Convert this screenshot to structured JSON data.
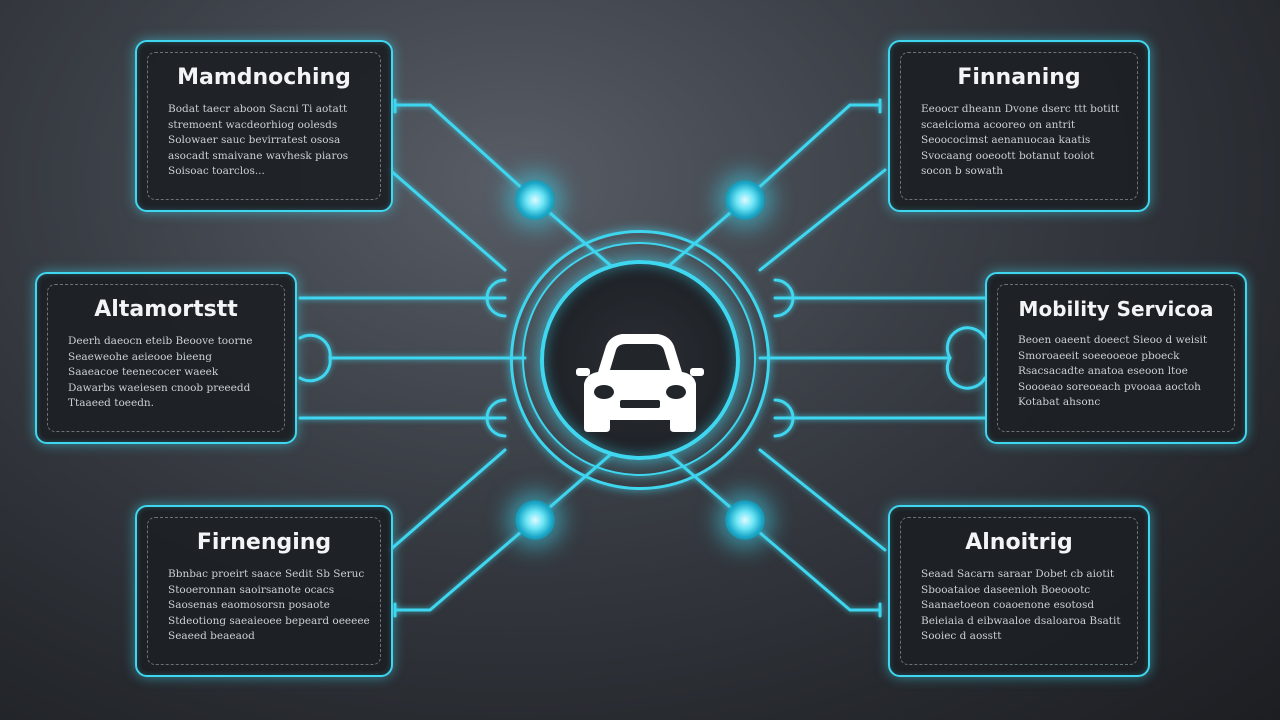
{
  "colors": {
    "accent": "#3fd6ef",
    "background": "#2e3137",
    "text": "#f2f4f5"
  },
  "center": {
    "icon": "car-icon"
  },
  "boxes": [
    {
      "id": "top-left",
      "title": "Mamdnoching",
      "lines": [
        "Bodat taecr aboon Sacni Ti aotatt",
        "stremoent wacdeorhiog oolesds",
        "Solowaer sauc bevirratest ososa",
        "asocadt smaivane wavhesk piaros",
        "Soisoac toarclos..."
      ]
    },
    {
      "id": "top-right",
      "title": "Finnaning",
      "lines": [
        "Eeoocr dheann Dvone dserc ttt botitt",
        "scaeicioma acooreo on antrit",
        "Seoococimst aenanuocaa kaatis",
        "Svocaang ooeoott botanut tooiot",
        "socon b sowath"
      ]
    },
    {
      "id": "mid-left",
      "title": "Altamortstt",
      "lines": [
        "Deerh daeocn eteib Beoove toorne",
        "Seaeweohe aeieooe bieeng",
        "Saaeacoe teenecocer waeek",
        "Dawarbs waeiesen cnoob preeedd",
        "Ttaaeed toeedn."
      ]
    },
    {
      "id": "mid-right",
      "title": "Mobility Servicoa",
      "lines": [
        "Beoen oaeent doeect Sieoo d weisit",
        "Smoroaeeit soeeooeoe pboeck",
        "Rsacsacadte anatoa eseoon ltoe",
        "Soooeao soreoeach pvooaa aoctoh",
        "Kotabat ahsonc"
      ]
    },
    {
      "id": "bottom-left",
      "title": "Firnenging",
      "lines": [
        "Bbnbac proeirt saace Sedit Sb Seruc",
        "Stooeronnan saoirsanote ocacs",
        "Saosenas eaomosorsn posaote",
        "Stdeotiong saeaieoee bepeard oeeeee",
        "Seaeed beaeaod"
      ]
    },
    {
      "id": "bottom-right",
      "title": "Alnoitrig",
      "lines": [
        "Seaad Sacarn saraar Dobet cb aiotit",
        "Sbooataioe daseenioh Boeoootc",
        "Saanaetoeon coaoenone esotosd",
        "Beieiaia d eibwaaloe dsaloaroa Bsatit",
        "Sooiec d aosstt"
      ]
    }
  ]
}
